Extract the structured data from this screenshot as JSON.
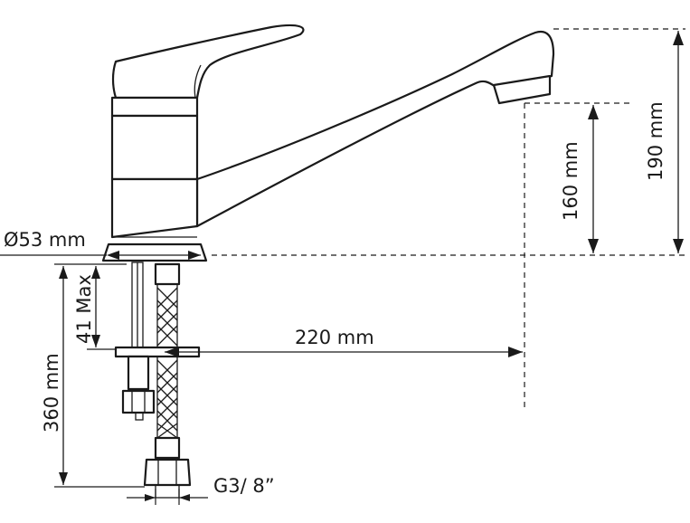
{
  "dimensions": {
    "diameter": "Ø53 mm",
    "height_total": "190 mm",
    "height_spout": "160 mm",
    "reach": "220 mm",
    "mount_thickness": "41 Max",
    "hose_length": "360 mm",
    "thread": "G3/ 8”"
  }
}
